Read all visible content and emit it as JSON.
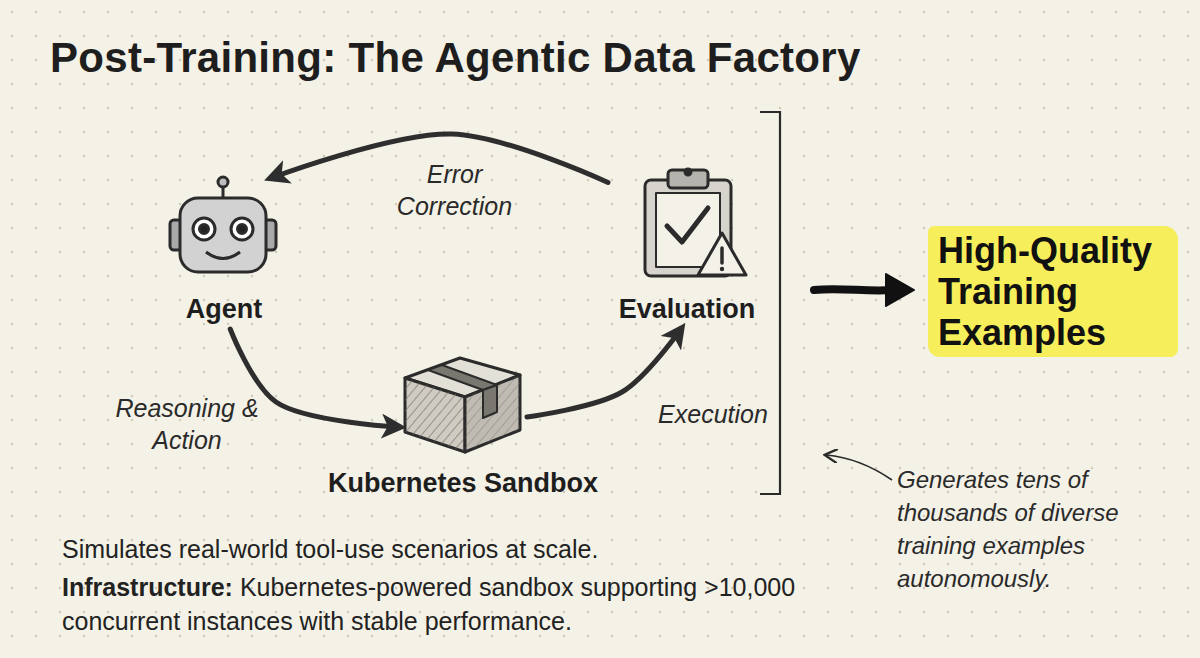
{
  "diagram": {
    "title": "Post-Training: The Agentic Data Factory",
    "nodes": [
      {
        "text": [
          "Agent"
        ]
      },
      {
        "text": [
          "Kubernetes Sandbox"
        ]
      },
      {
        "text": [
          "Evaluation"
        ]
      },
      {
        "text": [
          "High-Quality Training Examples"
        ]
      }
    ],
    "edges": [
      {
        "from": 0,
        "to": 1,
        "label": "Reasoning & Action",
        "arrow": "to"
      },
      {
        "from": 1,
        "to": 2,
        "label": "Execution",
        "arrow": "to"
      },
      {
        "from": 2,
        "to": 0,
        "label": "Error Correction",
        "arrow": "to"
      }
    ],
    "labels": [
      "Simulates real-world tool-use scenarios at scale.",
      "Infrastructure:",
      "Kubernetes-powered sandbox supporting >10,000 concurrent instances with stable performance.",
      "Generates tens of thousands of diverse training examples autonomously."
    ]
  }
}
